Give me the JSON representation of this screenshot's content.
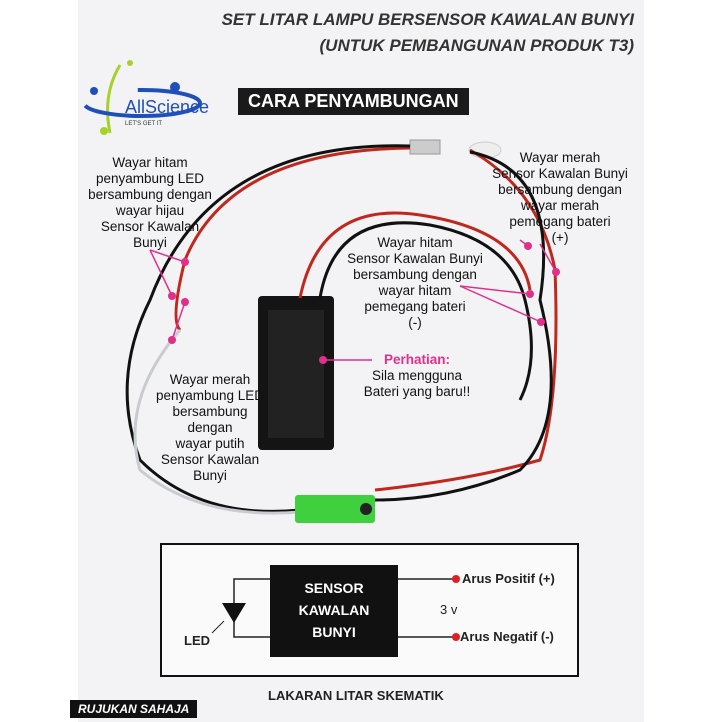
{
  "title_line1": "SET LITAR LAMPU BERSENSOR KAWALAN BUNYI",
  "title_line2": "(UNTUK PEMBANGUNAN PRODUK T3)",
  "logo": {
    "brand": "AllScience",
    "tagline": "LET'S GET IT"
  },
  "banner": "CARA PENYAMBUNGAN",
  "notes": {
    "black_led": [
      "Wayar hitam",
      "penyambung LED",
      "bersambung dengan",
      "wayar hijau",
      "Sensor Kawalan",
      "Bunyi"
    ],
    "red_sensor": [
      "Wayar merah",
      "Sensor Kawalan Bunyi",
      "bersambung dengan",
      "wayar merah",
      "pemegang bateri",
      "(+)"
    ],
    "black_sensor": [
      "Wayar hitam",
      "Sensor Kawalan Bunyi",
      "bersambung dengan",
      "wayar hitam",
      "pemegang bateri",
      "(-)"
    ],
    "red_led": [
      "Wayar merah",
      "penyambung LED",
      "bersambung",
      "dengan",
      "wayar putih",
      "Sensor Kawalan",
      "Bunyi"
    ],
    "attention_title": "Perhatian:",
    "attention_body": [
      "Sila mengguna",
      "Bateri yang baru!!"
    ]
  },
  "schematic": {
    "block": [
      "SENSOR",
      "KAWALAN",
      "BUNYI"
    ],
    "positive": "Arus Positif (+)",
    "negative": "Arus Negatif (-)",
    "voltage": "3 v",
    "led": "LED",
    "caption": "LAKARAN LITAR SKEMATIK"
  },
  "footer_tag": "RUJUKAN SAHAJA",
  "colors": {
    "accent_pink": "#e0308a",
    "red_wire": "#c0281e",
    "dot_red": "#e02020"
  }
}
